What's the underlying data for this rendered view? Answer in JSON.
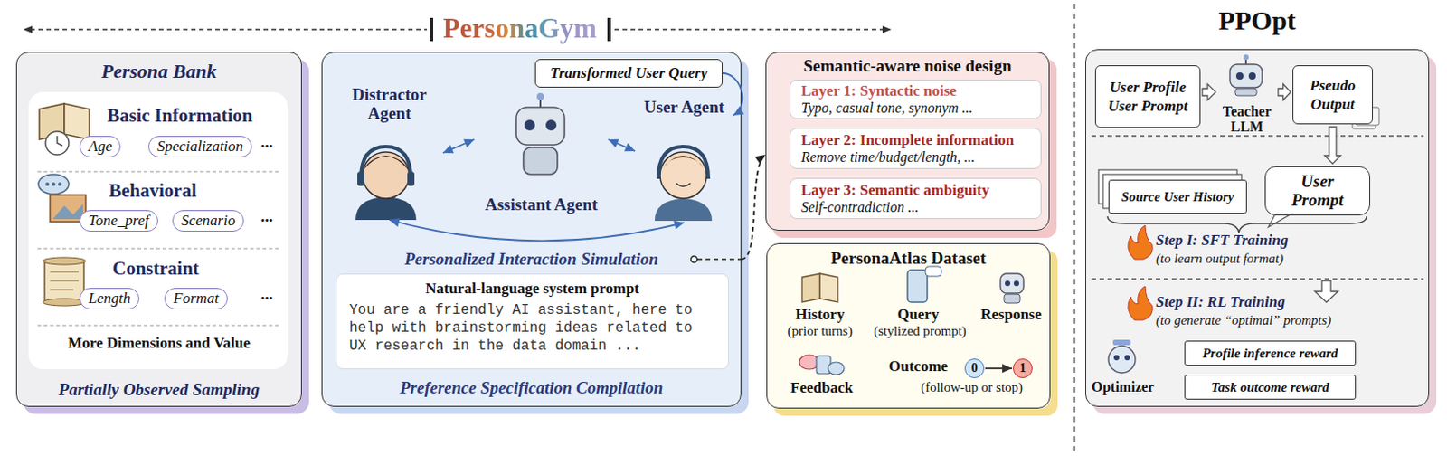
{
  "diagram": {
    "title": "PersonaGym",
    "nodes": [
      {
        "text": [
          "Persona Bank",
          "Partially Observed Sampling"
        ]
      },
      {
        "text": [
          "More Dimensions and Value"
        ],
        "in": 0
      },
      {
        "text": [
          "Age"
        ],
        "in": 1
      },
      {
        "text": [
          "Specialization"
        ],
        "in": 1
      },
      {
        "text": [
          "Tone_pref"
        ],
        "in": 1
      },
      {
        "text": [
          "Scenario"
        ],
        "in": 1
      },
      {
        "text": [
          "Length"
        ],
        "in": 1
      },
      {
        "text": [
          "Format"
        ],
        "in": 1
      },
      {
        "text": [
          "Personalized Interaction Simulation",
          "Preference Specification Compilation"
        ]
      },
      {
        "text": [
          "Transformed User Query"
        ],
        "in": 8
      },
      {
        "text": [
          "Distractor Agent"
        ],
        "in": 8
      },
      {
        "text": [
          "Assistant Agent"
        ],
        "in": 8
      },
      {
        "text": [
          "User Agent"
        ],
        "in": 8
      },
      {
        "text": [
          "Natural-language system prompt",
          "You are a friendly AI assistant, here to help with brainstorming ideas related to UX research in the data domain ..."
        ],
        "in": 8
      },
      {
        "text": [
          "Semantic-aware noise design"
        ]
      },
      {
        "text": [
          "Layer 1: Syntactic noise",
          "Typo, casual tone, synonym ..."
        ],
        "in": 14
      },
      {
        "text": [
          "Layer 2: Incomplete information",
          "Remove time/budget/length, ..."
        ],
        "in": 14
      },
      {
        "text": [
          "Layer 3: Semantic ambiguity",
          "Self-contradiction ..."
        ],
        "in": 14
      },
      {
        "text": [
          "PersonaAtlas Dataset"
        ]
      },
      {
        "text": [
          "0"
        ],
        "in": 18
      },
      {
        "text": [
          "1"
        ],
        "in": 18
      },
      {
        "text": [
          "PPOpt"
        ]
      },
      {
        "text": [
          "User Profile User Prompt"
        ],
        "in": 21
      },
      {
        "text": [
          "Teacher LLM"
        ],
        "in": 21
      },
      {
        "text": [
          "Pseudo Output"
        ],
        "in": 21
      },
      {
        "text": [
          "Source User History"
        ],
        "in": 21
      },
      {
        "text": [
          "User Prompt"
        ],
        "in": 21
      },
      {
        "text": [
          "Profile inference reward"
        ],
        "in": 21
      },
      {
        "text": [
          "Task outcome reward"
        ],
        "in": 21
      }
    ],
    "edges": [
      {
        "from": 9,
        "to": 12,
        "arrow": "to"
      },
      {
        "from": 10,
        "to": 11,
        "arrow": "both"
      },
      {
        "from": 11,
        "to": 12,
        "arrow": "both"
      },
      {
        "from": 10,
        "to": 12,
        "arrow": "both"
      },
      {
        "from": 8,
        "to": 14,
        "arrow": "to"
      },
      {
        "from": 19,
        "to": 20,
        "arrow": "to"
      },
      {
        "from": 22,
        "to": 23,
        "arrow": "to"
      },
      {
        "from": 23,
        "to": 24,
        "arrow": "to"
      },
      {
        "from": 24,
        "to": 26,
        "arrow": "to"
      }
    ],
    "labels": [
      "Basic Information",
      "...",
      "Behavioral",
      "...",
      "Constraint",
      "...",
      "History",
      "(prior turns)",
      "Query",
      "(stylized prompt)",
      "Response",
      "Feedback",
      "Outcome",
      "(follow-up or stop)",
      "Step I: SFT Training",
      "(to learn output format)",
      "Step II: RL Training",
      "(to generate “optimal” prompts)",
      "Optimizer"
    ]
  }
}
